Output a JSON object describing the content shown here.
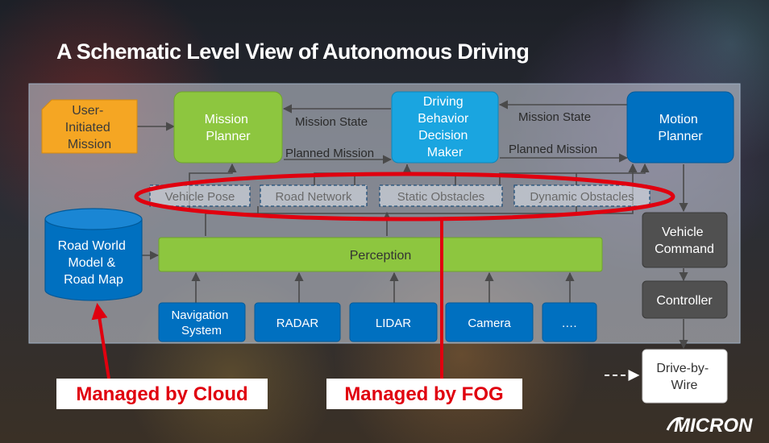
{
  "title": "A Schematic Level View of Autonomous Driving",
  "nodes": {
    "user_mission": [
      "User-",
      "Initiated",
      "Mission"
    ],
    "mission_planner": [
      "Mission",
      "Planner"
    ],
    "behavior_maker": [
      "Driving",
      "Behavior",
      "Decision",
      "Maker"
    ],
    "motion_planner": [
      "Motion",
      "Planner"
    ],
    "road_world": [
      "Road World",
      "Model &",
      "Road Map"
    ],
    "perception": "Perception",
    "vehicle_command": [
      "Vehicle",
      "Command"
    ],
    "controller": "Controller",
    "drive_by_wire": [
      "Drive-by-",
      "Wire"
    ],
    "sensors": [
      [
        "Navigation",
        "System"
      ],
      [
        "RADAR"
      ],
      [
        "LIDAR"
      ],
      [
        "Camera"
      ],
      [
        "…."
      ]
    ],
    "shared_data": [
      "Vehicle Pose",
      "Road Network",
      "Static Obstacles",
      "Dynamic Obstacles"
    ]
  },
  "edges": {
    "mission_state_1": "Mission State",
    "planned_mission_1": "Planned Mission",
    "mission_state_2": "Mission State",
    "planned_mission_2": "Planned Mission"
  },
  "callouts": {
    "cloud": "Managed by Cloud",
    "fog": "Managed by FOG"
  },
  "logo": "MICRON",
  "colors": {
    "green": "#8dc63f",
    "blue": "#0070c0",
    "light_blue": "#1aa5e0",
    "orange": "#f5a623",
    "gray": "#505050",
    "red": "#e0000f"
  }
}
